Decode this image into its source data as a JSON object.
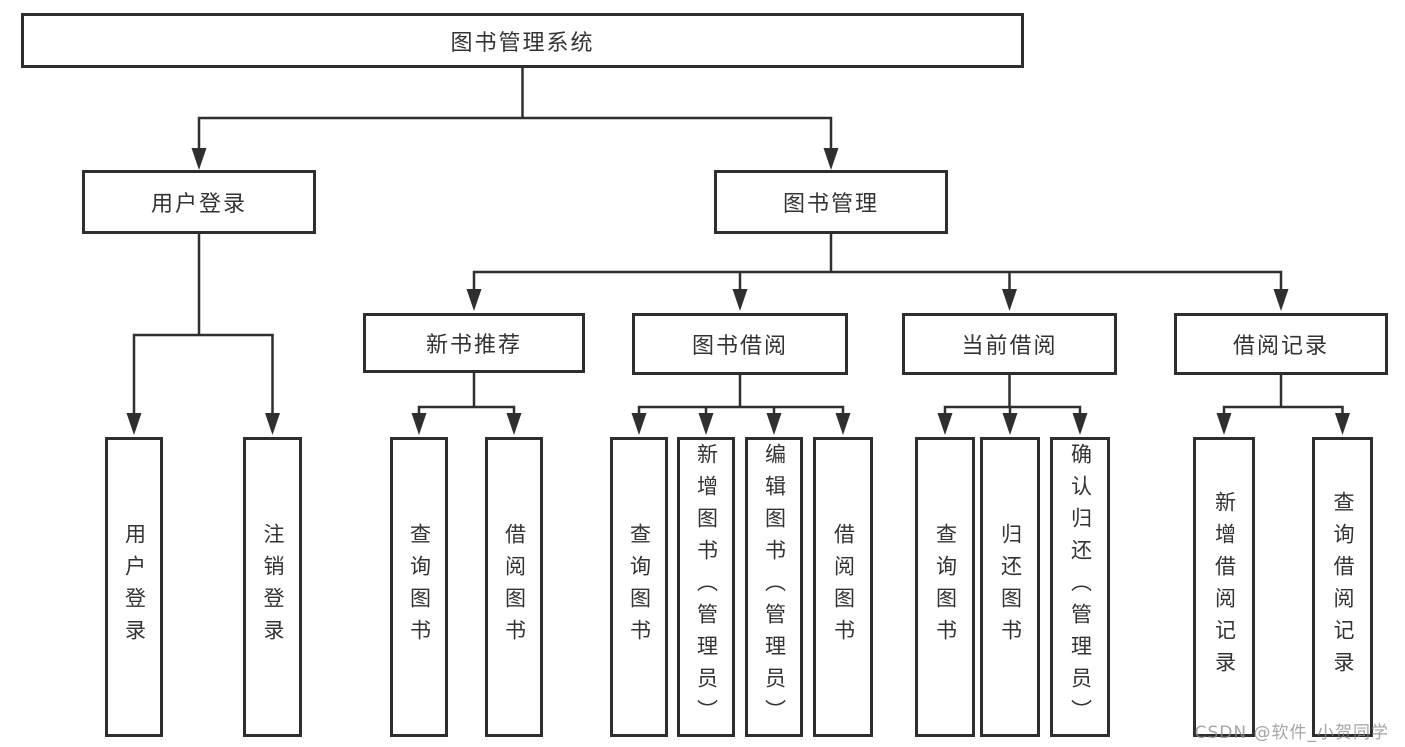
{
  "diagram": {
    "root": {
      "label": "图书管理系统"
    },
    "branches": [
      {
        "label": "用户登录"
      },
      {
        "label": "图书管理"
      }
    ],
    "modules": [
      {
        "label": "新书推荐",
        "parent": "图书管理"
      },
      {
        "label": "图书借阅",
        "parent": "图书管理"
      },
      {
        "label": "当前借阅",
        "parent": "图书管理"
      },
      {
        "label": "借阅记录",
        "parent": "图书管理"
      }
    ],
    "leaves": [
      {
        "label": "用户登录",
        "parent": "用户登录"
      },
      {
        "label": "注销登录",
        "parent": "用户登录"
      },
      {
        "label": "查询图书",
        "parent": "新书推荐"
      },
      {
        "label": "借阅图书",
        "parent": "新书推荐"
      },
      {
        "label": "查询图书",
        "parent": "图书借阅"
      },
      {
        "label": "新增图书（管理员）",
        "parent": "图书借阅"
      },
      {
        "label": "编辑图书（管理员）",
        "parent": "图书借阅"
      },
      {
        "label": "借阅图书",
        "parent": "图书借阅"
      },
      {
        "label": "查询图书",
        "parent": "当前借阅"
      },
      {
        "label": "归还图书",
        "parent": "当前借阅"
      },
      {
        "label": "确认归还（管理员）",
        "parent": "当前借阅"
      },
      {
        "label": "新增借阅记录",
        "parent": "借阅记录"
      },
      {
        "label": "查询借阅记录",
        "parent": "借阅记录"
      }
    ]
  },
  "watermark": {
    "text": "CSDN @软件_小贺同学"
  },
  "colors": {
    "line": "#2f2f2f",
    "box_border": "#2e2e2e",
    "text": "#333333",
    "background": "#ffffff",
    "watermark": "#8c8c8c"
  }
}
